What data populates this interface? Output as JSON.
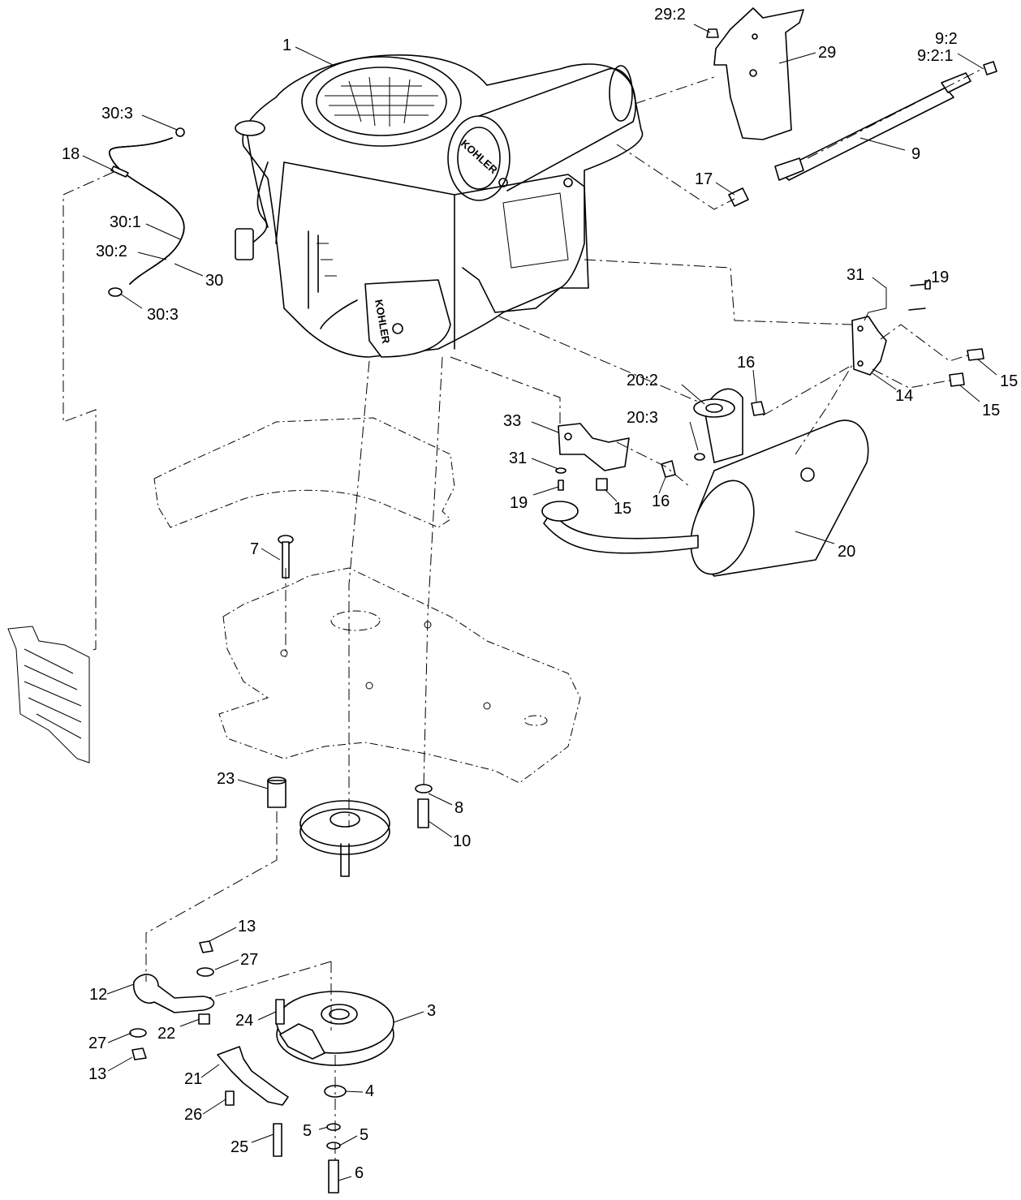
{
  "brand_label": "KOHLER",
  "callouts": [
    {
      "id": "c1",
      "text": "1"
    },
    {
      "id": "c29-2",
      "text": "29:2"
    },
    {
      "id": "c29",
      "text": "29"
    },
    {
      "id": "c9-2",
      "text": "9:2"
    },
    {
      "id": "c9-2-1",
      "text": "9:2:1"
    },
    {
      "id": "c9",
      "text": "9"
    },
    {
      "id": "c17",
      "text": "17"
    },
    {
      "id": "c30-3a",
      "text": "30:3"
    },
    {
      "id": "c18",
      "text": "18"
    },
    {
      "id": "c30-1",
      "text": "30:1"
    },
    {
      "id": "c30-2",
      "text": "30:2"
    },
    {
      "id": "c30",
      "text": "30"
    },
    {
      "id": "c30-3b",
      "text": "30:3"
    },
    {
      "id": "c31a",
      "text": "31"
    },
    {
      "id": "c19a",
      "text": "19"
    },
    {
      "id": "c16a",
      "text": "16"
    },
    {
      "id": "c15a",
      "text": "15"
    },
    {
      "id": "c14",
      "text": "14"
    },
    {
      "id": "c15b",
      "text": "15"
    },
    {
      "id": "c20-2",
      "text": "20:2"
    },
    {
      "id": "c20-3",
      "text": "20:3"
    },
    {
      "id": "c33",
      "text": "33"
    },
    {
      "id": "c31b",
      "text": "31"
    },
    {
      "id": "c19b",
      "text": "19"
    },
    {
      "id": "c15c",
      "text": "15"
    },
    {
      "id": "c16b",
      "text": "16"
    },
    {
      "id": "c20",
      "text": "20"
    },
    {
      "id": "c7",
      "text": "7"
    },
    {
      "id": "c23",
      "text": "23"
    },
    {
      "id": "c8",
      "text": "8"
    },
    {
      "id": "c10",
      "text": "10"
    },
    {
      "id": "c13a",
      "text": "13"
    },
    {
      "id": "c27a",
      "text": "27"
    },
    {
      "id": "c12",
      "text": "12"
    },
    {
      "id": "c22",
      "text": "22"
    },
    {
      "id": "c27b",
      "text": "27"
    },
    {
      "id": "c13b",
      "text": "13"
    },
    {
      "id": "c24",
      "text": "24"
    },
    {
      "id": "c3",
      "text": "3"
    },
    {
      "id": "c21",
      "text": "21"
    },
    {
      "id": "c4",
      "text": "4"
    },
    {
      "id": "c26",
      "text": "26"
    },
    {
      "id": "c5a",
      "text": "5"
    },
    {
      "id": "c5b",
      "text": "5"
    },
    {
      "id": "c25",
      "text": "25"
    },
    {
      "id": "c6",
      "text": "6"
    }
  ]
}
